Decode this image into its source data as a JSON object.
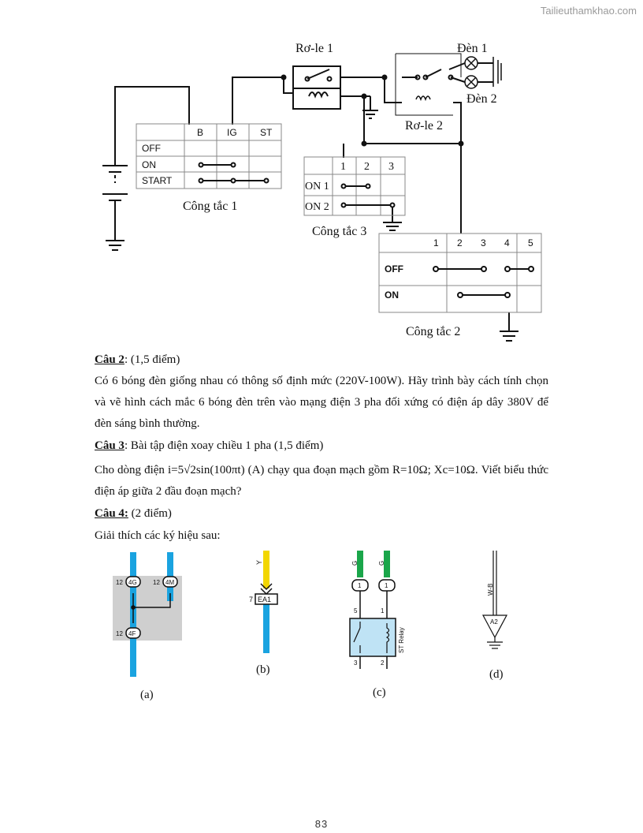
{
  "watermark": "Tailieuthamkhao.com",
  "circuit": {
    "relay1_label": "Rơ-le 1",
    "relay2_label": "Rơ-le 2",
    "lamp1_label": "Đèn 1",
    "lamp2_label": "Đèn 2",
    "switch1": {
      "caption": "Công tắc 1",
      "headers": [
        "B",
        "IG",
        "ST"
      ],
      "rows": [
        "OFF",
        "ON",
        "START"
      ]
    },
    "switch3": {
      "caption": "Công tắc 3",
      "headers": [
        "1",
        "2",
        "3"
      ],
      "rows": [
        "ON 1",
        "ON 2"
      ]
    },
    "switch2": {
      "caption": "Công tắc 2",
      "headers": [
        "1",
        "2",
        "3",
        "4",
        "5"
      ],
      "rows": [
        "OFF",
        "ON"
      ]
    }
  },
  "q2": {
    "title": "Câu 2",
    "points": ": (1,5 điểm)",
    "body": "Có 6 bóng đèn giống nhau có thông số định mức (220V-100W). Hãy trình bày cách tính chọn và vẽ hình cách mắc 6 bóng đèn trên vào mạng điện 3 pha đối xứng có điện áp dây 380V để đèn sáng bình thường."
  },
  "q3": {
    "title": "Câu 3",
    "points": ": Bài tập điện xoay chiều 1 pha (1,5 điểm)",
    "body": "Cho dòng điện i=5√2sin(100πt) (A) chạy qua đoạn mạch gồm R=10Ω; Xc=10Ω. Viết biểu thức điện áp giữa 2 đầu đoạn mạch?"
  },
  "q4": {
    "title": "Câu 4:",
    "points": " (2 điểm)",
    "intro": "Giải thích các ký hiệu sau:"
  },
  "symbols": {
    "a": {
      "caption": "(a)",
      "labels": [
        "12",
        "4G",
        "12",
        "4M",
        "12",
        "4F"
      ]
    },
    "b": {
      "caption": "(b)",
      "wire": "Y",
      "pin": "7",
      "connector": "EA1"
    },
    "c": {
      "caption": "(c)",
      "wire1": "G",
      "wire2": "G",
      "conn1": "1",
      "conn2": "1",
      "pins": [
        "5",
        "1",
        "3",
        "2"
      ],
      "relay": "ST Relay"
    },
    "d": {
      "caption": "(d)",
      "wire": "W-B",
      "ground": "A2"
    }
  },
  "colors": {
    "blue_wire": "#1aa3e0",
    "yellow_wire": "#f2d600",
    "green_wire": "#1aa64a",
    "relay_fill": "#bfe3f5",
    "gray_box": "#cfcfcf"
  },
  "page_number": "83"
}
